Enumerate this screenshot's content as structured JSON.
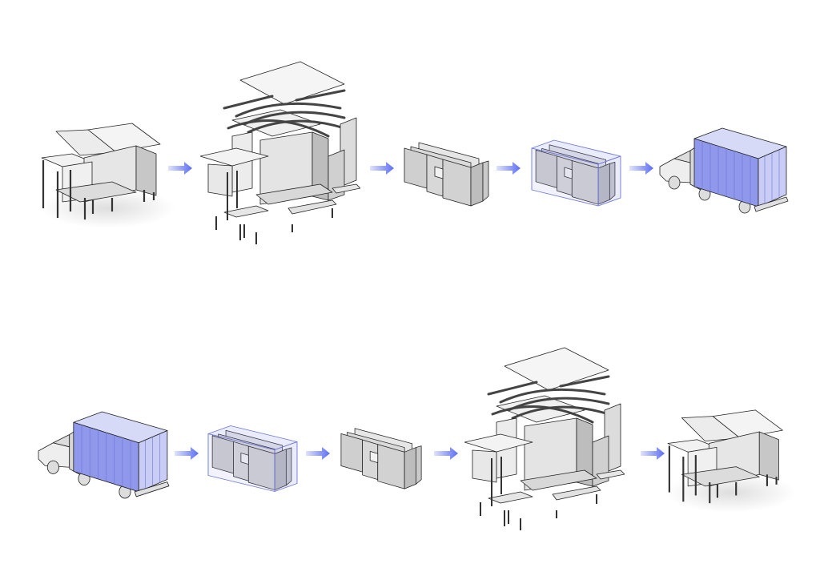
{
  "colors": {
    "background": "#ffffff",
    "arrow": "#5b6ef5",
    "arrow_light": "#c9cffc",
    "container_tint": "#8f98ea",
    "panel_face": "#e4e4e4",
    "panel_side": "#bdbdbd",
    "outline": "#222222"
  },
  "rows": [
    {
      "name": "disassembly",
      "stages": [
        "house",
        "exploded-house",
        "panel-stack",
        "crated-panels",
        "truck"
      ]
    },
    {
      "name": "reassembly",
      "stages": [
        "truck",
        "crated-panels",
        "panel-stack",
        "exploded-house",
        "house"
      ]
    }
  ],
  "arrow_icon": "arrow-right-icon"
}
